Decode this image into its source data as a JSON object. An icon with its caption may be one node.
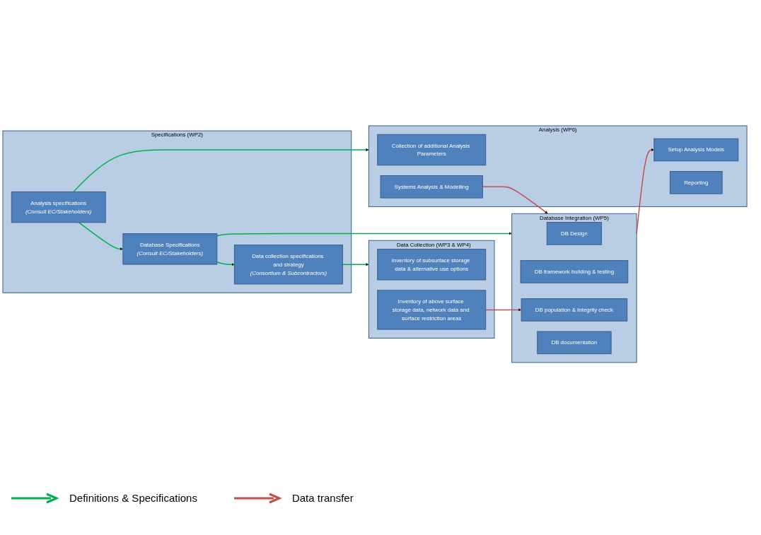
{
  "diagram": {
    "nodes": [
      {
        "text": [
          "Specifications (WP2)"
        ]
      },
      {
        "text": [
          "Data collection specifications and strategy",
          "(Consortium & Subcontractors)"
        ],
        "in": 0
      },
      {
        "text": [
          "Database Specifications",
          "(Consult EC/Stakeholders)"
        ],
        "in": 0
      },
      {
        "text": [
          "Analysis specifications",
          "(Consult EC/Stakeholders)"
        ],
        "in": 0
      },
      {
        "text": [
          "Data Collection (WP3 & WP4)"
        ]
      },
      {
        "text": [
          "Inventory of subsurface storage data & alternative use options"
        ],
        "in": 4
      },
      {
        "text": [
          "Inventory of above surface storage data, network data and surface restriction areas"
        ],
        "in": 4
      },
      {
        "text": [
          "Database Integration (WP5)"
        ]
      },
      {
        "text": [
          "DB Design"
        ],
        "in": 7
      },
      {
        "text": [
          "DB framework building & testing"
        ],
        "in": 7
      },
      {
        "text": [
          "DB population & Integrity check"
        ],
        "in": 7
      },
      {
        "text": [
          "DB documentation"
        ],
        "in": 7
      },
      {
        "text": [
          "Analysis (WP6)"
        ]
      },
      {
        "text": [
          "Collection of additional Analysis Parameters"
        ],
        "in": 12
      },
      {
        "text": [
          "Setup Analysis Models"
        ],
        "in": 12
      },
      {
        "text": [
          "Systems Analysis & Modelling"
        ],
        "in": 12
      },
      {
        "text": [
          "Reporting"
        ],
        "in": 12
      }
    ],
    "edges": [
      {
        "from": 2,
        "to": 1,
        "arrow": "to"
      },
      {
        "from": 3,
        "to": 2,
        "arrow": "to"
      },
      {
        "from": 1,
        "to": 4,
        "arrow": "to"
      },
      {
        "from": 2,
        "to": 7,
        "arrow": "to"
      },
      {
        "from": 3,
        "to": 12,
        "arrow": "to"
      },
      {
        "from": 6,
        "to": 10,
        "arrow": "to",
        "color": "#c0504d"
      },
      {
        "from": 7,
        "to": 14,
        "arrow": "to",
        "color": "#c0504d"
      },
      {
        "from": 15,
        "to": 7,
        "arrow": "to",
        "color": "#c0504d"
      }
    ],
    "legend": [
      {
        "text": "Definitions & Specifications"
      },
      {
        "text": "Data transfer"
      }
    ]
  }
}
